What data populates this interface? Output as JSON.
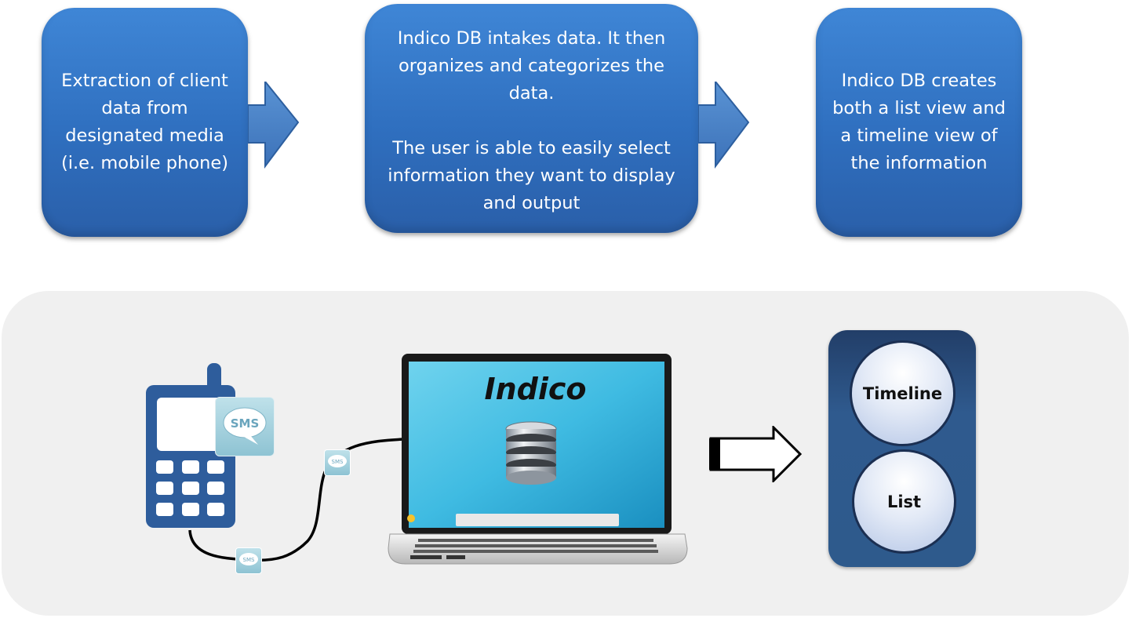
{
  "steps": [
    {
      "text": "Extraction of client data from designated media (i.e. mobile phone)"
    },
    {
      "paragraph1": "Indico DB intakes data. It then organizes and categorizes the data.",
      "paragraph2": "The user is able to easily select information they want to display and output"
    },
    {
      "text": "Indico DB creates both a list view and a timeline view of the information"
    }
  ],
  "illustration": {
    "sms_icon_label": "SMS",
    "laptop_title": "Indico",
    "views": {
      "timeline": "Timeline",
      "list": "List"
    }
  },
  "colors": {
    "step_box": "#3476c6",
    "panel_bg": "#f0f0f0",
    "views_panel": "#2d5587",
    "phone": "#2e5d9c"
  }
}
